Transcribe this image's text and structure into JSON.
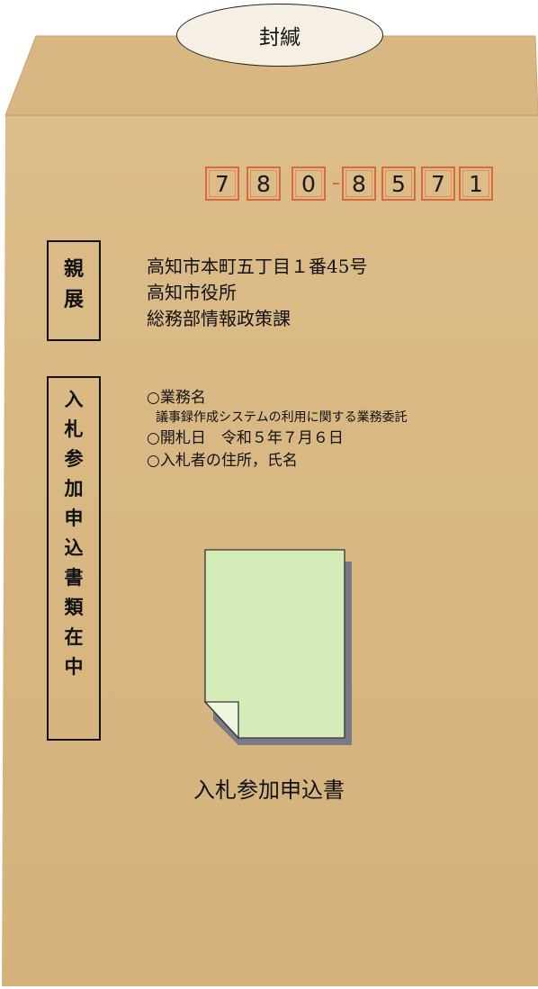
{
  "envelope": {
    "paper_color": "#d9b883",
    "seal_label": "封緘",
    "postal_code": [
      "7",
      "8",
      "0",
      "8",
      "5",
      "7",
      "1"
    ],
    "recipient_box": [
      "親",
      "展"
    ],
    "address_lines": [
      "高知市本町五丁目１番45号",
      "高知市役所",
      "総務部情報政策課"
    ],
    "details": {
      "task_label": "○業務名",
      "task_name": "議事録作成システムの利用に関する業務委託",
      "bid_date": "○開札日　令和５年７月６日",
      "bidder": "○入札者の住所，氏名"
    },
    "content_box": [
      "入",
      "札",
      "参",
      "加",
      "申",
      "込",
      "書",
      "類",
      "在",
      "中"
    ],
    "document_caption": "入札参加申込書",
    "icons": {
      "document": "document-icon"
    }
  }
}
